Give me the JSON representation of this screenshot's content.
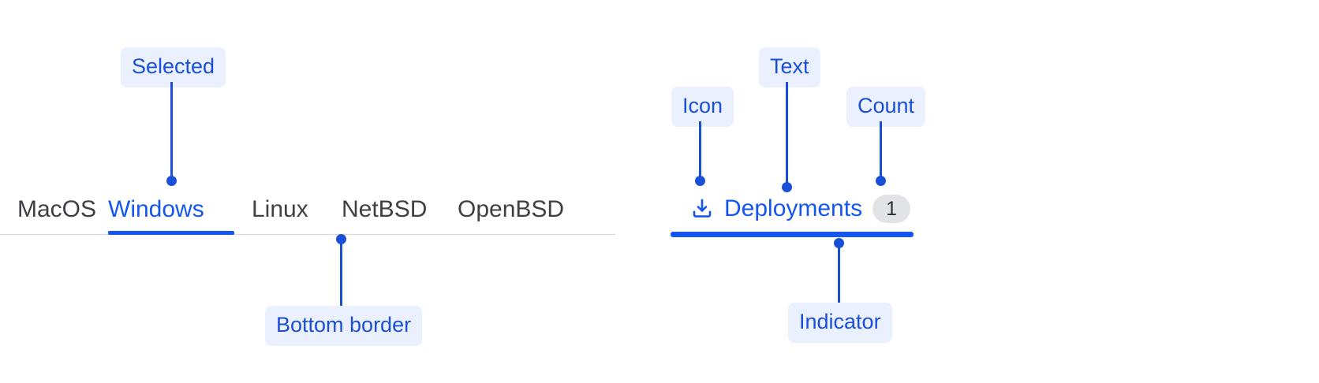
{
  "colors": {
    "accent": "#1556f0",
    "annotation_text": "#1a4fd8",
    "annotation_bg": "#eaf0fd",
    "tab_text": "#3f3f46",
    "rail": "#d4d4d8",
    "badge_bg": "#e2e3e6",
    "badge_text": "#303034",
    "page_bg": "#ffffff"
  },
  "left_group": {
    "tabs": [
      {
        "label": "MacOS",
        "selected": false
      },
      {
        "label": "Windows",
        "selected": true
      },
      {
        "label": "Linux",
        "selected": false
      },
      {
        "label": "NetBSD",
        "selected": false
      },
      {
        "label": "OpenBSD",
        "selected": false
      }
    ],
    "annotations": [
      {
        "label": "Selected",
        "target": "active-tab-label"
      },
      {
        "label": "Bottom border",
        "target": "tab-rail"
      }
    ]
  },
  "right_group": {
    "tab": {
      "icon": "download-icon",
      "label": "Deployments",
      "count": "1",
      "selected": true
    },
    "annotations": [
      {
        "label": "Icon",
        "target": "deployments-icon"
      },
      {
        "label": "Text",
        "target": "deployments-label"
      },
      {
        "label": "Count",
        "target": "deployments-count-badge"
      },
      {
        "label": "Indicator",
        "target": "deployments-indicator"
      }
    ]
  }
}
